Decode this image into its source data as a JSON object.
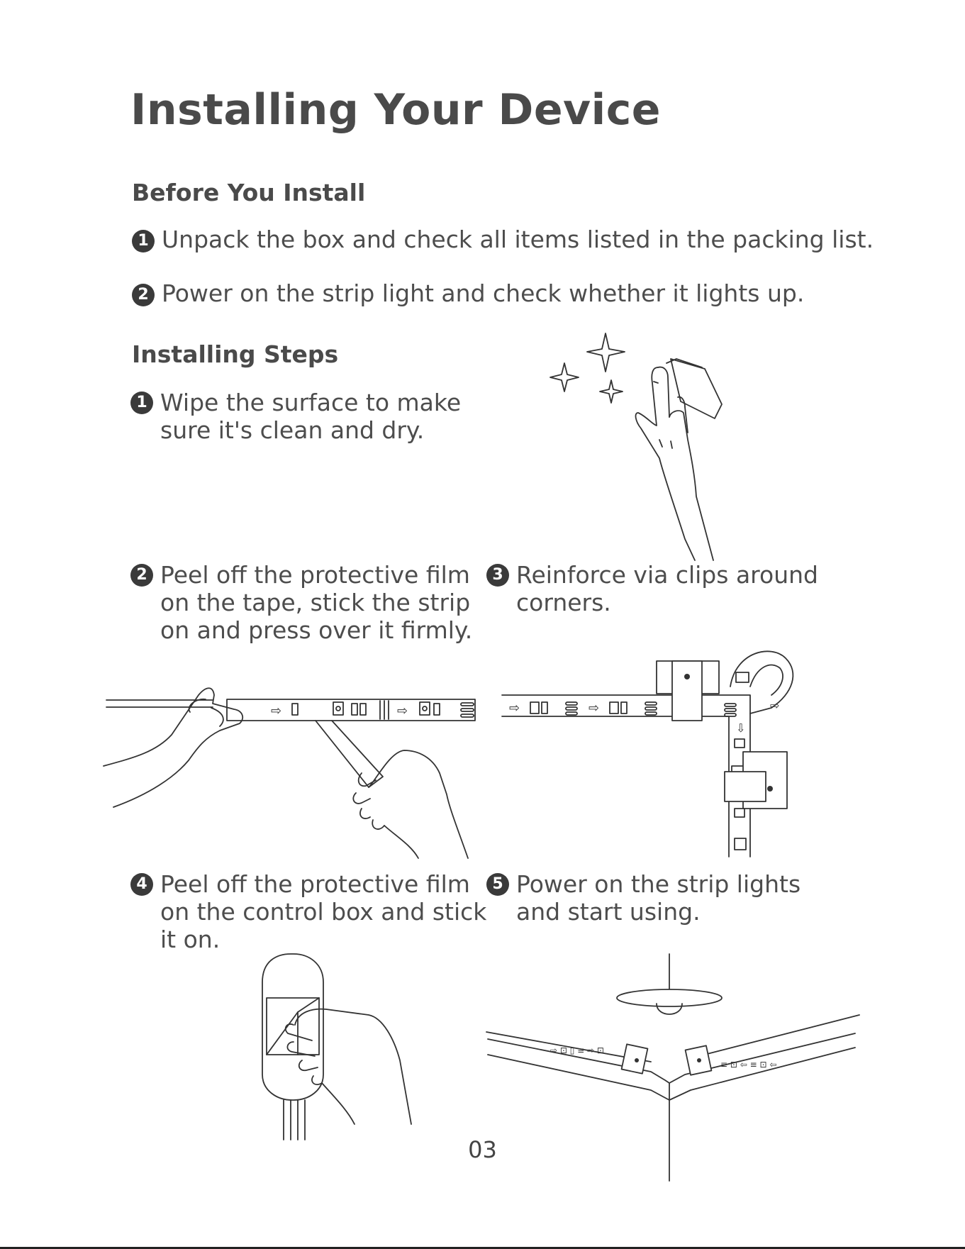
{
  "page": {
    "title": "Installing Your Device",
    "page_number": "03"
  },
  "before_install": {
    "heading": "Before You Install",
    "items": [
      {
        "num": "1",
        "text": "Unpack the box and check all items listed in the packing list."
      },
      {
        "num": "2",
        "text": "Power on the strip light and check whether it lights up."
      }
    ]
  },
  "installing_steps": {
    "heading": "Installing Steps",
    "steps": [
      {
        "num": "1",
        "text": "Wipe the surface to make\nsure it's clean and dry."
      },
      {
        "num": "2",
        "text": "Peel off the protective film\non the tape, stick the strip\non and press over it firmly."
      },
      {
        "num": "3",
        "text": "Reinforce via clips around\ncorners."
      },
      {
        "num": "4",
        "text": "Peel off the protective film\non the control box and stick\nit on."
      },
      {
        "num": "5",
        "text": "Power on the strip lights\nand start using."
      }
    ]
  },
  "illustrations": [
    {
      "icon": "hand-wiping-surface-icon"
    },
    {
      "icon": "hands-peeling-strip-icon"
    },
    {
      "icon": "corner-clips-icon"
    },
    {
      "icon": "control-box-peel-icon"
    },
    {
      "icon": "room-corner-lights-icon"
    }
  ]
}
